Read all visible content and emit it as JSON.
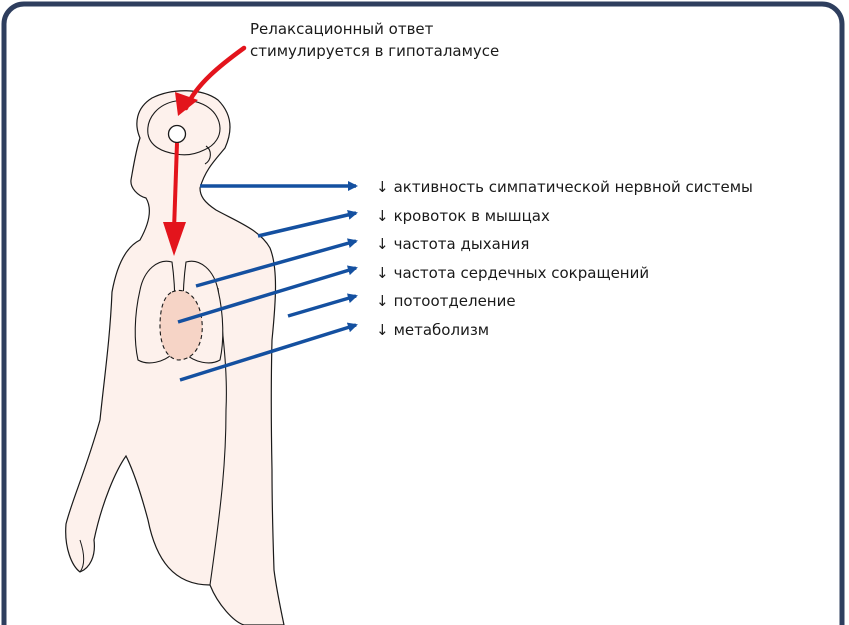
{
  "caption": {
    "line1": "Релаксационный ответ",
    "line2": "стимулируется в гипоталамусе"
  },
  "effects": [
    {
      "symbol": "↓",
      "text": "активность симпатической нервной системы"
    },
    {
      "symbol": "↓",
      "text": "кровоток в мышцах"
    },
    {
      "symbol": "↓",
      "text": "частота дыхания"
    },
    {
      "symbol": "↓",
      "text": "частота сердечных сокращений"
    },
    {
      "symbol": "↓",
      "text": "потоотделение"
    },
    {
      "symbol": "↓",
      "text": "метаболизм"
    }
  ],
  "colors": {
    "frame": "#2e3e5e",
    "body_fill": "#fdf1ec",
    "heart_fill": "#f6d4c6",
    "stimulus_arrow": "#e3141c",
    "effect_arrow": "#1450a0"
  },
  "icons": {
    "stimulus": "curved-arrow-icon",
    "effect": "arrow-right-icon"
  }
}
